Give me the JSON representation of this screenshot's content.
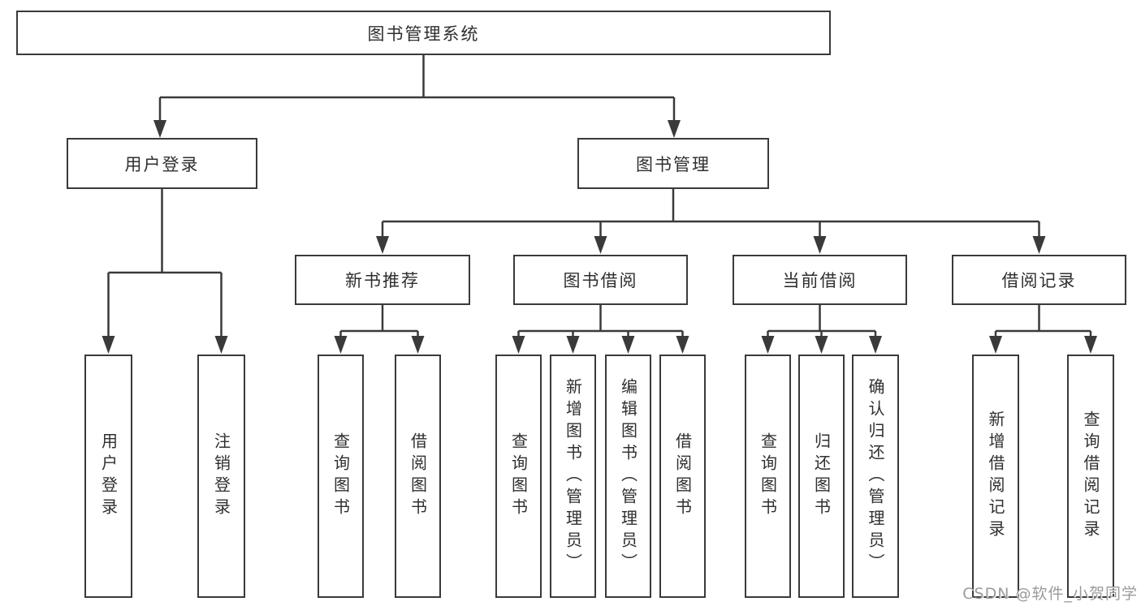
{
  "tree": {
    "label": "图书管理系统",
    "children": [
      {
        "label": "用户登录",
        "children": [
          {
            "label": "用户登录"
          },
          {
            "label": "注销登录"
          }
        ]
      },
      {
        "label": "图书管理",
        "children": [
          {
            "label": "新书推荐",
            "children": [
              {
                "label": "查询图书"
              },
              {
                "label": "借阅图书"
              }
            ]
          },
          {
            "label": "图书借阅",
            "children": [
              {
                "label": "查询图书"
              },
              {
                "label": "新增图书（管理员）"
              },
              {
                "label": "编辑图书（管理员）"
              },
              {
                "label": "借阅图书"
              }
            ]
          },
          {
            "label": "当前借阅",
            "children": [
              {
                "label": "查询图书"
              },
              {
                "label": "归还图书"
              },
              {
                "label": "确认归还（管理员）"
              }
            ]
          },
          {
            "label": "借阅记录",
            "children": [
              {
                "label": "新增借阅记录"
              },
              {
                "label": "查询借阅记录"
              }
            ]
          }
        ]
      }
    ]
  },
  "watermark": {
    "text": "CSDN @软件_小贺同学"
  },
  "colors": {
    "line": "#3a3a3a",
    "text": "#2f2f2f",
    "background": "#ffffff",
    "watermark": "#9b9b9b"
  }
}
